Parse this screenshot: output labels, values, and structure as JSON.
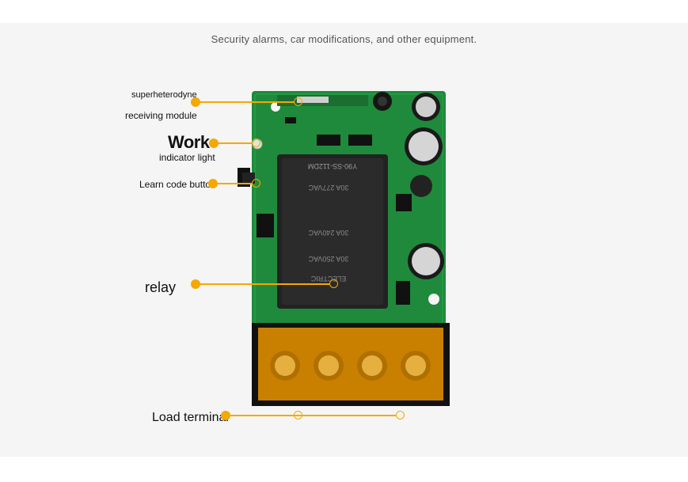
{
  "subtitle": "Security alarms, car modifications, and other equipment.",
  "labels": {
    "superheterodyne": "superheterodyne",
    "receiving_module": "receiving module",
    "work": "Work",
    "indicator_light": "indicator light",
    "learn_code_button": "Learn code button",
    "relay": "relay",
    "load_terminal": "Load terminal"
  },
  "relay_print": {
    "model": "Y90-SS-112DM",
    "rating1": "30A 277VAC",
    "rating2": "30A 240VAC",
    "rating3": "30A 250VAC",
    "brand": "ELECTRIC"
  },
  "colors": {
    "accent": "#f5a800",
    "pcb": "#1f8a3c",
    "relay": "#222222",
    "terminal": "#d98a00"
  }
}
